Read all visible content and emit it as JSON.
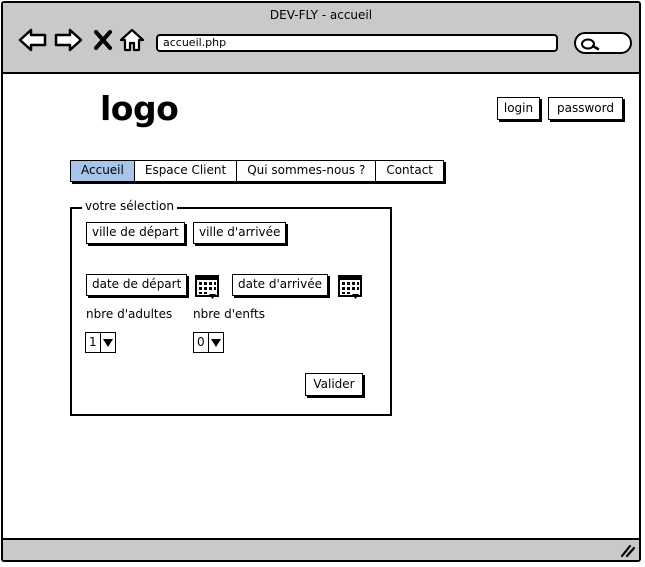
{
  "window": {
    "title": "DEV-FLY - accueil"
  },
  "browser": {
    "url": "accueil.php",
    "nav_icons": [
      "back-icon",
      "forward-icon",
      "stop-icon",
      "home-icon"
    ],
    "search_icon": "search-icon"
  },
  "header": {
    "logo": "logo",
    "login_label": "login",
    "password_label": "password"
  },
  "nav": {
    "tabs": [
      {
        "label": "Accueil",
        "active": true
      },
      {
        "label": "Espace Client",
        "active": false
      },
      {
        "label": "Qui sommes-nous ?",
        "active": false
      },
      {
        "label": "Contact",
        "active": false
      }
    ]
  },
  "form": {
    "legend": "votre sélection",
    "departure_city": "ville de départ",
    "arrival_city": "ville d'arrivée",
    "departure_date": "date de départ",
    "arrival_date": "date d'arrivée",
    "adults_label": "nbre d'adultes",
    "children_label": "nbre d'enfts",
    "adults_value": "1",
    "children_value": "0",
    "submit_label": "Valider"
  },
  "colors": {
    "chrome": "#c9c9c9",
    "active_tab": "#a9c4ea"
  }
}
